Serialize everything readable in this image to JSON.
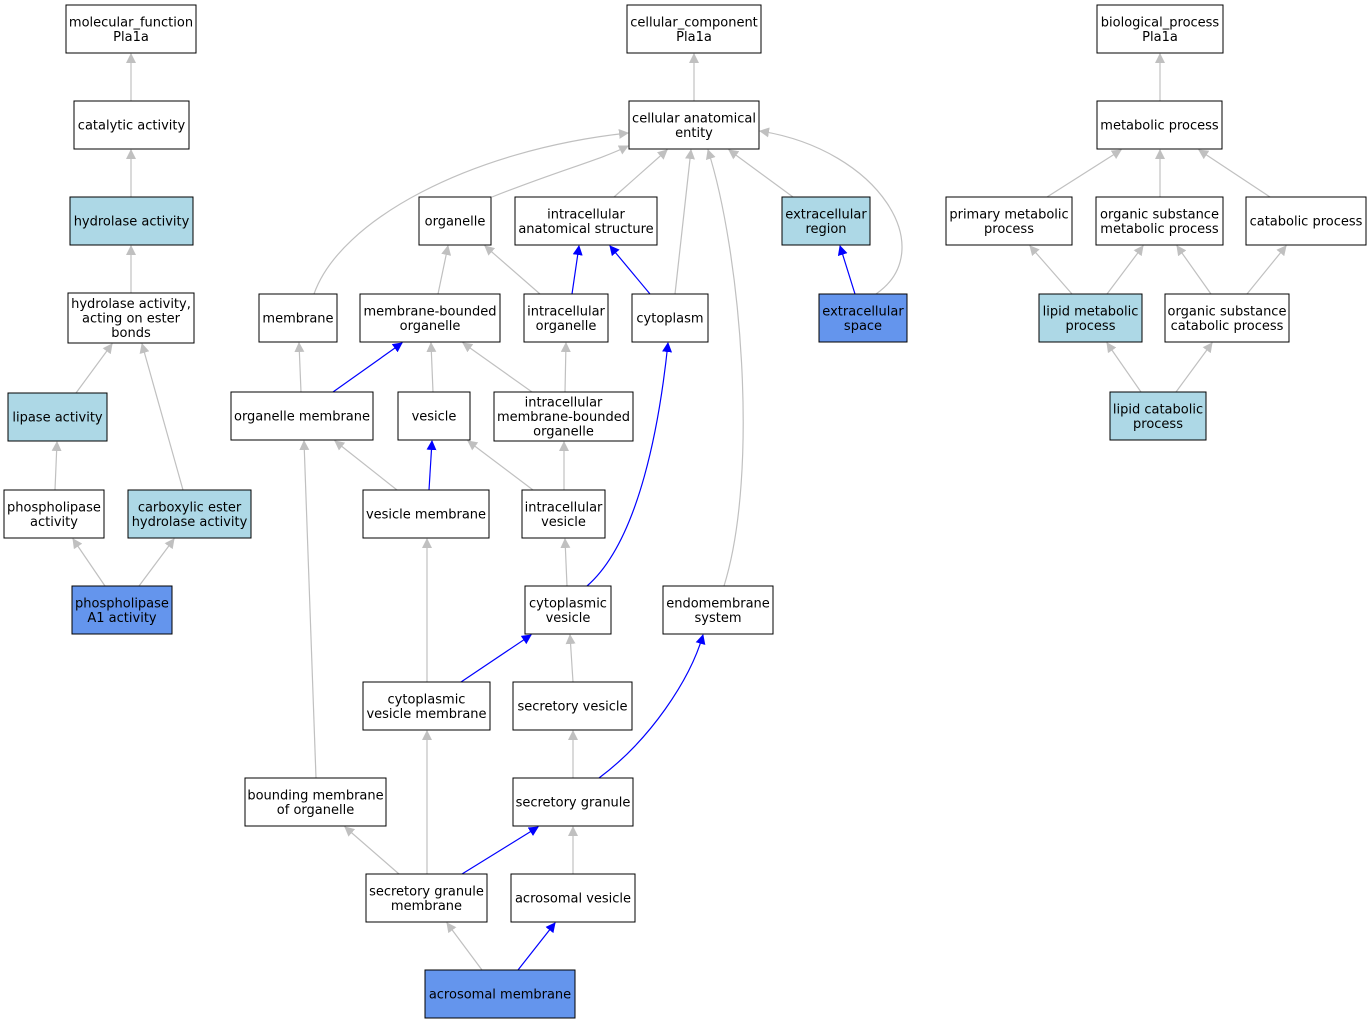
{
  "colors": {
    "white": "#ffffff",
    "light": "#add8e6",
    "dark": "#6495ed",
    "gray_edge": "#c0c0c0",
    "blue_edge": "#0000ff"
  },
  "nodes": [
    {
      "id": "molecular_function",
      "lines": [
        "molecular_function",
        "Pla1a"
      ],
      "fill": "white"
    },
    {
      "id": "catalytic_activity",
      "lines": [
        "catalytic activity"
      ],
      "fill": "white"
    },
    {
      "id": "hydrolase_activity",
      "lines": [
        "hydrolase activity"
      ],
      "fill": "light"
    },
    {
      "id": "hydrolase_ester",
      "lines": [
        "hydrolase activity,",
        "acting on ester",
        "bonds"
      ],
      "fill": "white"
    },
    {
      "id": "lipase_activity",
      "lines": [
        "lipase activity"
      ],
      "fill": "light"
    },
    {
      "id": "phospholipase_activity",
      "lines": [
        "phospholipase",
        "activity"
      ],
      "fill": "white"
    },
    {
      "id": "carboxylic_ester",
      "lines": [
        "carboxylic ester",
        "hydrolase activity"
      ],
      "fill": "light"
    },
    {
      "id": "phospholipase_a1",
      "lines": [
        "phospholipase",
        "A1 activity"
      ],
      "fill": "dark"
    },
    {
      "id": "cellular_component",
      "lines": [
        "cellular_component",
        "Pla1a"
      ],
      "fill": "white"
    },
    {
      "id": "cellular_anatomical_entity",
      "lines": [
        "cellular anatomical",
        "entity"
      ],
      "fill": "white"
    },
    {
      "id": "organelle",
      "lines": [
        "organelle"
      ],
      "fill": "white"
    },
    {
      "id": "intracellular_anatomical_structure",
      "lines": [
        "intracellular",
        "anatomical structure"
      ],
      "fill": "white"
    },
    {
      "id": "extracellular_region",
      "lines": [
        "extracellular",
        "region"
      ],
      "fill": "light"
    },
    {
      "id": "membrane",
      "lines": [
        "membrane"
      ],
      "fill": "white"
    },
    {
      "id": "membrane_bounded_organelle",
      "lines": [
        "membrane-bounded",
        "organelle"
      ],
      "fill": "white"
    },
    {
      "id": "intracellular_organelle",
      "lines": [
        "intracellular",
        "organelle"
      ],
      "fill": "white"
    },
    {
      "id": "cytoplasm",
      "lines": [
        "cytoplasm"
      ],
      "fill": "white"
    },
    {
      "id": "extracellular_space",
      "lines": [
        "extracellular",
        "space"
      ],
      "fill": "dark"
    },
    {
      "id": "organelle_membrane",
      "lines": [
        "organelle membrane"
      ],
      "fill": "white"
    },
    {
      "id": "vesicle",
      "lines": [
        "vesicle"
      ],
      "fill": "white"
    },
    {
      "id": "intracellular_mbo",
      "lines": [
        "intracellular",
        "membrane-bounded",
        "organelle"
      ],
      "fill": "white"
    },
    {
      "id": "vesicle_membrane",
      "lines": [
        "vesicle membrane"
      ],
      "fill": "white"
    },
    {
      "id": "intracellular_vesicle",
      "lines": [
        "intracellular",
        "vesicle"
      ],
      "fill": "white"
    },
    {
      "id": "cytoplasmic_vesicle",
      "lines": [
        "cytoplasmic",
        "vesicle"
      ],
      "fill": "white"
    },
    {
      "id": "endomembrane_system",
      "lines": [
        "endomembrane",
        "system"
      ],
      "fill": "white"
    },
    {
      "id": "cytoplasmic_vesicle_membrane",
      "lines": [
        "cytoplasmic",
        "vesicle membrane"
      ],
      "fill": "white"
    },
    {
      "id": "secretory_vesicle",
      "lines": [
        "secretory vesicle"
      ],
      "fill": "white"
    },
    {
      "id": "bounding_membrane",
      "lines": [
        "bounding membrane",
        "of organelle"
      ],
      "fill": "white"
    },
    {
      "id": "secretory_granule",
      "lines": [
        "secretory granule"
      ],
      "fill": "white"
    },
    {
      "id": "secretory_granule_membrane",
      "lines": [
        "secretory granule",
        "membrane"
      ],
      "fill": "white"
    },
    {
      "id": "acrosomal_vesicle",
      "lines": [
        "acrosomal vesicle"
      ],
      "fill": "white"
    },
    {
      "id": "acrosomal_membrane",
      "lines": [
        "acrosomal membrane"
      ],
      "fill": "dark"
    },
    {
      "id": "biological_process",
      "lines": [
        "biological_process",
        "Pla1a"
      ],
      "fill": "white"
    },
    {
      "id": "metabolic_process",
      "lines": [
        "metabolic process"
      ],
      "fill": "white"
    },
    {
      "id": "primary_metabolic_process",
      "lines": [
        "primary metabolic",
        "process"
      ],
      "fill": "white"
    },
    {
      "id": "organic_substance_metabolic",
      "lines": [
        "organic substance",
        "metabolic process"
      ],
      "fill": "white"
    },
    {
      "id": "catabolic_process",
      "lines": [
        "catabolic process"
      ],
      "fill": "white"
    },
    {
      "id": "lipid_metabolic_process",
      "lines": [
        "lipid metabolic",
        "process"
      ],
      "fill": "light"
    },
    {
      "id": "organic_substance_catabolic",
      "lines": [
        "organic substance",
        "catabolic process"
      ],
      "fill": "white"
    },
    {
      "id": "lipid_catabolic_process",
      "lines": [
        "lipid catabolic",
        "process"
      ],
      "fill": "light"
    }
  ],
  "edges": [
    {
      "from": "catalytic_activity",
      "to": "molecular_function",
      "color": "gray"
    },
    {
      "from": "hydrolase_activity",
      "to": "catalytic_activity",
      "color": "gray"
    },
    {
      "from": "hydrolase_ester",
      "to": "hydrolase_activity",
      "color": "gray"
    },
    {
      "from": "lipase_activity",
      "to": "hydrolase_ester",
      "color": "gray"
    },
    {
      "from": "carboxylic_ester",
      "to": "hydrolase_ester",
      "color": "gray"
    },
    {
      "from": "phospholipase_activity",
      "to": "lipase_activity",
      "color": "gray"
    },
    {
      "from": "phospholipase_a1",
      "to": "phospholipase_activity",
      "color": "gray"
    },
    {
      "from": "phospholipase_a1",
      "to": "carboxylic_ester",
      "color": "gray"
    },
    {
      "from": "cellular_anatomical_entity",
      "to": "cellular_component",
      "color": "gray"
    },
    {
      "from": "organelle",
      "to": "cellular_anatomical_entity",
      "color": "gray"
    },
    {
      "from": "intracellular_anatomical_structure",
      "to": "cellular_anatomical_entity",
      "color": "gray"
    },
    {
      "from": "extracellular_region",
      "to": "cellular_anatomical_entity",
      "color": "gray"
    },
    {
      "from": "membrane",
      "to": "cellular_anatomical_entity",
      "color": "gray"
    },
    {
      "from": "cytoplasm",
      "to": "cellular_anatomical_entity",
      "color": "gray"
    },
    {
      "from": "endomembrane_system",
      "to": "cellular_anatomical_entity",
      "color": "gray"
    },
    {
      "from": "extracellular_space",
      "to": "cellular_anatomical_entity",
      "color": "gray"
    },
    {
      "from": "extracellular_space",
      "to": "extracellular_region",
      "color": "blue"
    },
    {
      "from": "membrane_bounded_organelle",
      "to": "organelle",
      "color": "gray"
    },
    {
      "from": "intracellular_organelle",
      "to": "organelle",
      "color": "gray"
    },
    {
      "from": "intracellular_organelle",
      "to": "intracellular_anatomical_structure",
      "color": "blue"
    },
    {
      "from": "cytoplasm",
      "to": "intracellular_anatomical_structure",
      "color": "blue"
    },
    {
      "from": "organelle_membrane",
      "to": "membrane",
      "color": "gray"
    },
    {
      "from": "organelle_membrane",
      "to": "membrane_bounded_organelle",
      "color": "blue"
    },
    {
      "from": "vesicle",
      "to": "membrane_bounded_organelle",
      "color": "gray"
    },
    {
      "from": "intracellular_mbo",
      "to": "membrane_bounded_organelle",
      "color": "gray"
    },
    {
      "from": "intracellular_mbo",
      "to": "intracellular_organelle",
      "color": "gray"
    },
    {
      "from": "vesicle_membrane",
      "to": "organelle_membrane",
      "color": "gray"
    },
    {
      "from": "vesicle_membrane",
      "to": "vesicle",
      "color": "blue"
    },
    {
      "from": "intracellular_vesicle",
      "to": "vesicle",
      "color": "gray"
    },
    {
      "from": "intracellular_vesicle",
      "to": "intracellular_mbo",
      "color": "gray"
    },
    {
      "from": "cytoplasmic_vesicle",
      "to": "intracellular_vesicle",
      "color": "gray"
    },
    {
      "from": "cytoplasmic_vesicle",
      "to": "cytoplasm",
      "color": "blue"
    },
    {
      "from": "cytoplasmic_vesicle_membrane",
      "to": "vesicle_membrane",
      "color": "gray"
    },
    {
      "from": "cytoplasmic_vesicle_membrane",
      "to": "cytoplasmic_vesicle",
      "color": "blue"
    },
    {
      "from": "secretory_vesicle",
      "to": "cytoplasmic_vesicle",
      "color": "gray"
    },
    {
      "from": "bounding_membrane",
      "to": "organelle_membrane",
      "color": "gray"
    },
    {
      "from": "secretory_granule",
      "to": "secretory_vesicle",
      "color": "gray"
    },
    {
      "from": "secretory_granule",
      "to": "endomembrane_system",
      "color": "blue"
    },
    {
      "from": "secretory_granule_membrane",
      "to": "bounding_membrane",
      "color": "gray"
    },
    {
      "from": "secretory_granule_membrane",
      "to": "cytoplasmic_vesicle_membrane",
      "color": "gray"
    },
    {
      "from": "secretory_granule_membrane",
      "to": "secretory_granule",
      "color": "blue"
    },
    {
      "from": "acrosomal_vesicle",
      "to": "secretory_granule",
      "color": "gray"
    },
    {
      "from": "acrosomal_membrane",
      "to": "secretory_granule_membrane",
      "color": "gray"
    },
    {
      "from": "acrosomal_membrane",
      "to": "acrosomal_vesicle",
      "color": "blue"
    },
    {
      "from": "metabolic_process",
      "to": "biological_process",
      "color": "gray"
    },
    {
      "from": "primary_metabolic_process",
      "to": "metabolic_process",
      "color": "gray"
    },
    {
      "from": "organic_substance_metabolic",
      "to": "metabolic_process",
      "color": "gray"
    },
    {
      "from": "catabolic_process",
      "to": "metabolic_process",
      "color": "gray"
    },
    {
      "from": "lipid_metabolic_process",
      "to": "primary_metabolic_process",
      "color": "gray"
    },
    {
      "from": "lipid_metabolic_process",
      "to": "organic_substance_metabolic",
      "color": "gray"
    },
    {
      "from": "organic_substance_catabolic",
      "to": "organic_substance_metabolic",
      "color": "gray"
    },
    {
      "from": "organic_substance_catabolic",
      "to": "catabolic_process",
      "color": "gray"
    },
    {
      "from": "lipid_catabolic_process",
      "to": "lipid_metabolic_process",
      "color": "gray"
    },
    {
      "from": "lipid_catabolic_process",
      "to": "organic_substance_catabolic",
      "color": "gray"
    }
  ]
}
